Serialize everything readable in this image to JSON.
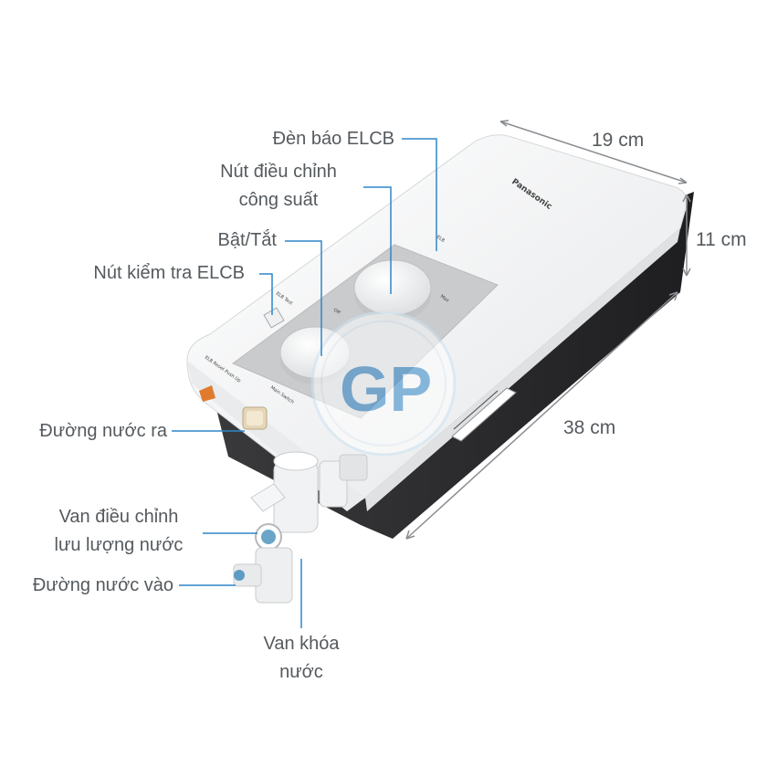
{
  "labels": {
    "elcb_indicator": "Đèn báo ELCB",
    "power_knob_line1": "Nút điều chỉnh",
    "power_knob_line2": "công suất",
    "on_off": "Bật/Tắt",
    "elcb_test": "Nút kiểm tra ELCB",
    "water_out": "Đường nước ra",
    "flow_valve_line1": "Van điều chỉnh",
    "flow_valve_line2": "lưu lượng nước",
    "water_in": "Đường nước vào",
    "shutoff_valve_line1": "Van khóa",
    "shutoff_valve_line2": "nước"
  },
  "dimensions": {
    "width": "19 cm",
    "height": "11 cm",
    "length": "38 cm"
  },
  "device": {
    "brand": "Panasonic",
    "panel_text": {
      "elcb": "ELB",
      "max": "Max",
      "off": "Off",
      "elcb_test": "ELB Test",
      "main_switch": "Main Switch",
      "elcb_reset": "ELB Reset\nPush Up"
    }
  },
  "watermark": {
    "logo": "GP"
  },
  "colors": {
    "leader_line": "#2f86c8",
    "dimension_line": "#8a8e92",
    "text": "#555a5e",
    "body_dark": "#2a2a2c",
    "cover_white": "#f4f5f6",
    "panel_grey": "#c9cbcd"
  }
}
